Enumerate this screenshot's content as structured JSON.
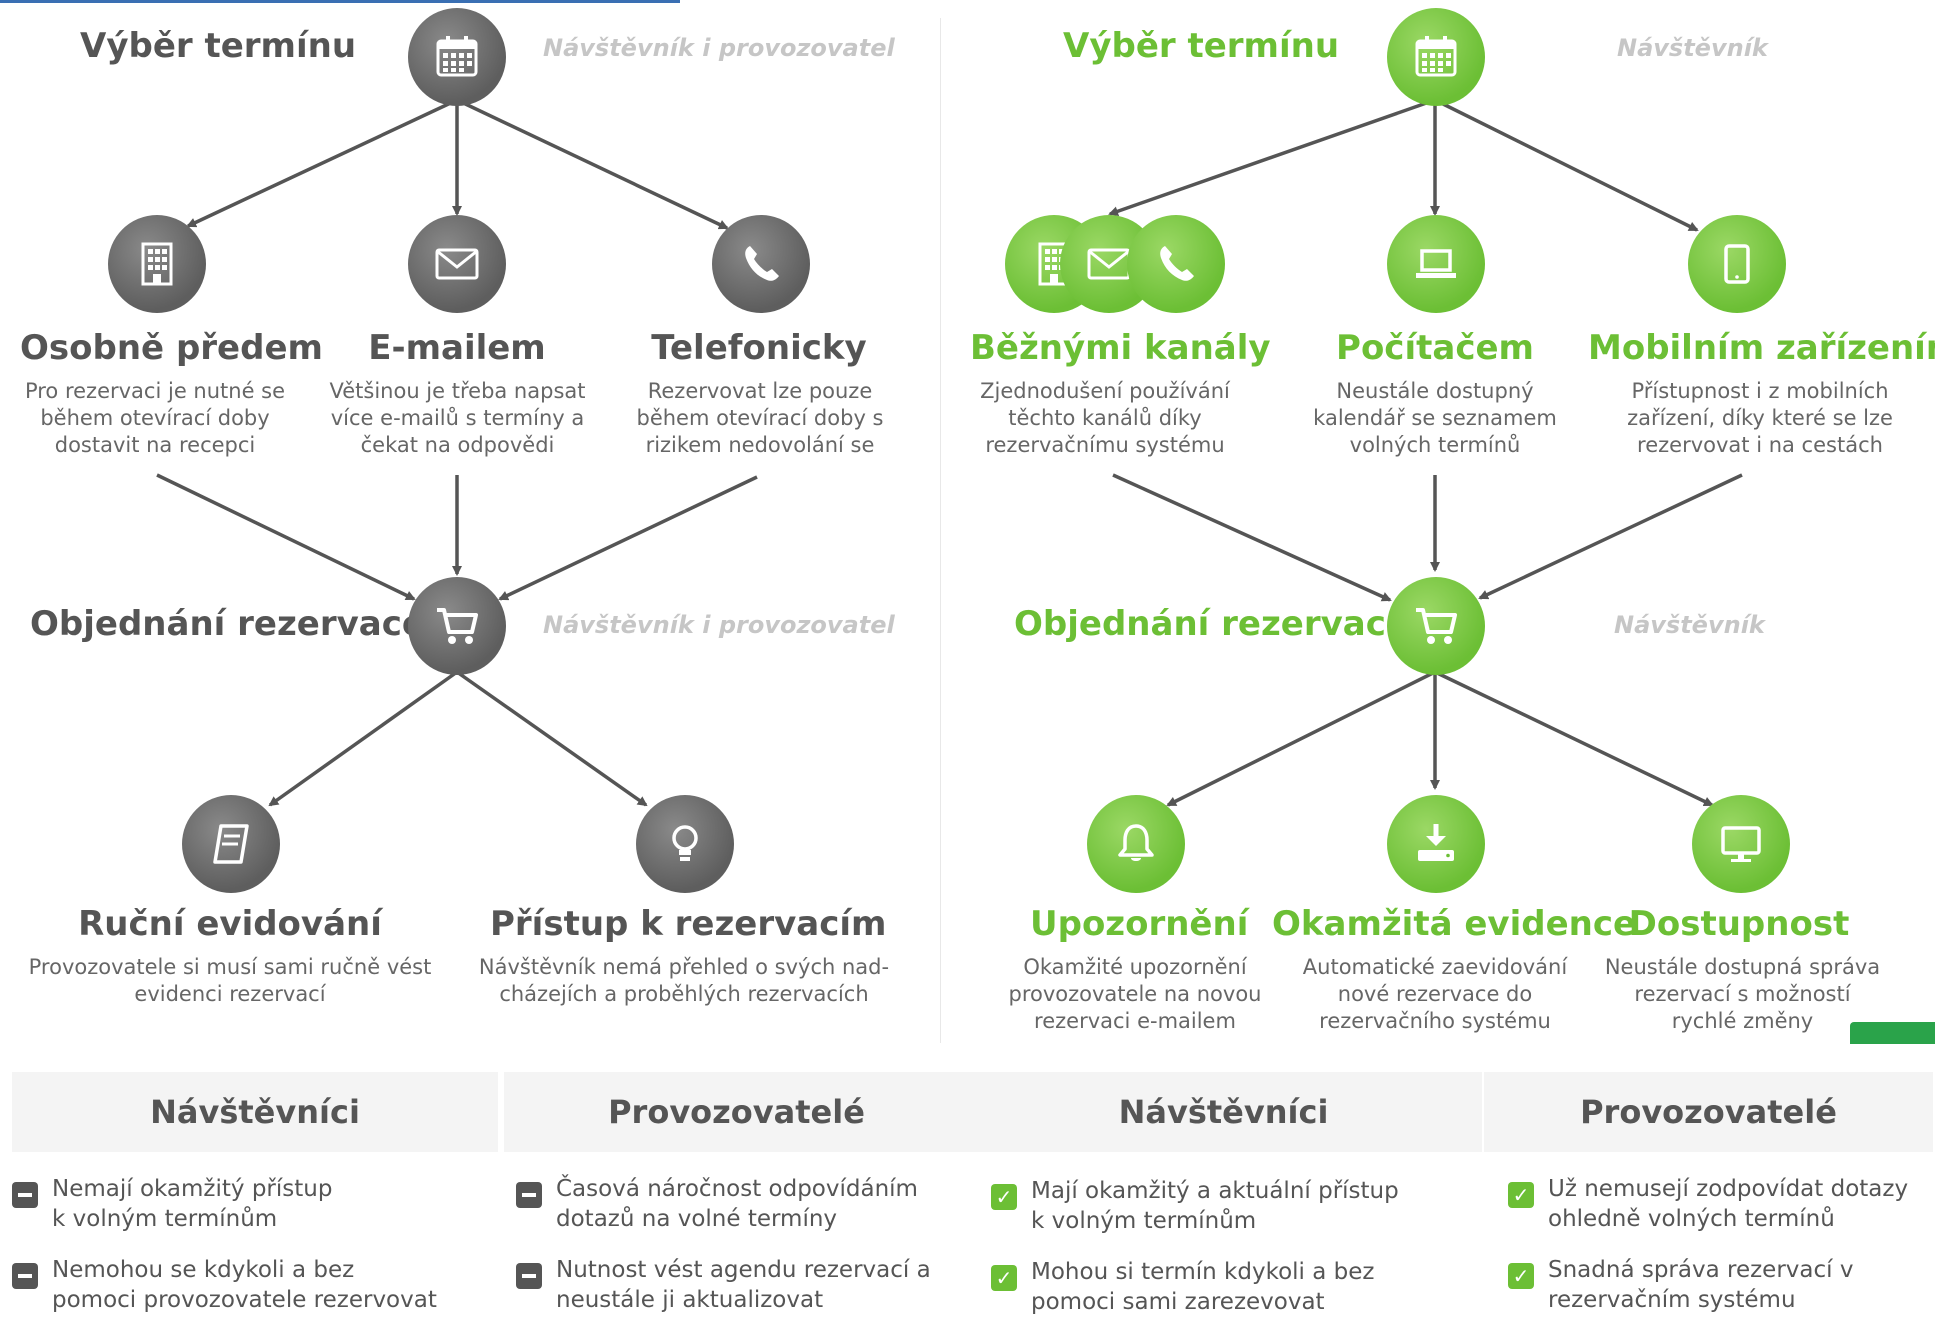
{
  "left": {
    "top": {
      "title": "Výběr termínu",
      "tag": "Návštěvník i provozovatel",
      "icon": "calendar-icon"
    },
    "channels": [
      {
        "title": "Osobně předem",
        "desc": [
          "Pro rezervaci je nutné se",
          "během otevírací doby",
          "dostavit na recepci"
        ],
        "icon": "building-icon"
      },
      {
        "title": "E-mailem",
        "desc": [
          "Většinou je třeba napsat",
          "více e-mailů s termíny a",
          "čekat na odpovědi"
        ],
        "icon": "envelope-icon"
      },
      {
        "title": "Telefonicky",
        "desc": [
          "Rezervovat lze pouze",
          "během otevírací doby s",
          "rizikem nedovolání se"
        ],
        "icon": "phone-icon"
      }
    ],
    "order": {
      "title": "Objednání rezervace",
      "tag": "Návštěvník i provozovatel",
      "icon": "cart-icon"
    },
    "results": [
      {
        "title": "Ruční evidování",
        "desc": [
          "Provozovatele si musí sami ručně vést",
          "evidenci rezervací"
        ],
        "icon": "notebook-icon"
      },
      {
        "title": "Přístup k rezervacím",
        "desc": [
          "Návštěvník nemá přehled o svých nad-",
          "cházejích a proběhlých rezervacích"
        ],
        "icon": "lightbulb-icon"
      }
    ]
  },
  "right": {
    "top": {
      "title": "Výběr termínu",
      "tag": "Návštěvník",
      "icon": "calendar-icon"
    },
    "channels": [
      {
        "title": "Běžnými kanály",
        "desc": [
          "Zjednodušení používání",
          "těchto kanálů díky",
          "rezervačnímu systému"
        ],
        "icon": "building-envelope-phone-icons"
      },
      {
        "title": "Počítačem",
        "desc": [
          "Neustále dostupný",
          "kalendář se seznamem",
          "volných termínů"
        ],
        "icon": "laptop-icon"
      },
      {
        "title": "Mobilním zařízením",
        "desc": [
          "Přístupnost i z mobilních",
          "zařízení, díky které se lze",
          "rezervovat i na cestách"
        ],
        "icon": "tablet-icon"
      }
    ],
    "order": {
      "title": "Objednání rezervace",
      "tag": "Návštěvník",
      "icon": "cart-icon"
    },
    "results": [
      {
        "title": "Upozornění",
        "desc": [
          "Okamžité upozornění",
          "provozovatele na novou",
          "rezervaci e-mailem"
        ],
        "icon": "bell-icon"
      },
      {
        "title": "Okamžitá evidence",
        "desc": [
          "Automatické zaevidování",
          "nové rezervace do",
          "rezervačního systému"
        ],
        "icon": "download-icon"
      },
      {
        "title": "Dostupnost",
        "desc": [
          "Neustále dostupná správa",
          "rezervací s možností",
          "rychlé změny"
        ],
        "icon": "monitor-icon"
      }
    ]
  },
  "table": {
    "columns": [
      {
        "header": "Návštěvníci",
        "status": "negative",
        "items": [
          "Nemají okamžitý přístup\nk volným termínům",
          "Nemohou se kdykoli a bez\npomoci provozovatele rezervovat"
        ]
      },
      {
        "header": "Provozovatelé",
        "status": "negative",
        "items": [
          "Časová náročnost odpovídáním\ndotazů na volné termíny",
          "Nutnost vést agendu rezervací a\nneustále ji aktualizovat"
        ]
      },
      {
        "header": "Návštěvníci",
        "status": "positive",
        "items": [
          "Mají okamžitý a aktuální přístup\nk volným termínům",
          "Mohou si termín kdykoli a bez\npomoci sami zarezevovat"
        ]
      },
      {
        "header": "Provozovatelé",
        "status": "positive",
        "items": [
          "Už nemusejí zodpovídat dotazy\nohledně volných termínů",
          "Snadná správa rezervací v\nrezervačním systému"
        ]
      }
    ]
  },
  "colors": {
    "gray": "#5e5e5e",
    "green": "#6cbf35",
    "text": "#555555",
    "tag": "#c6c6c6"
  }
}
